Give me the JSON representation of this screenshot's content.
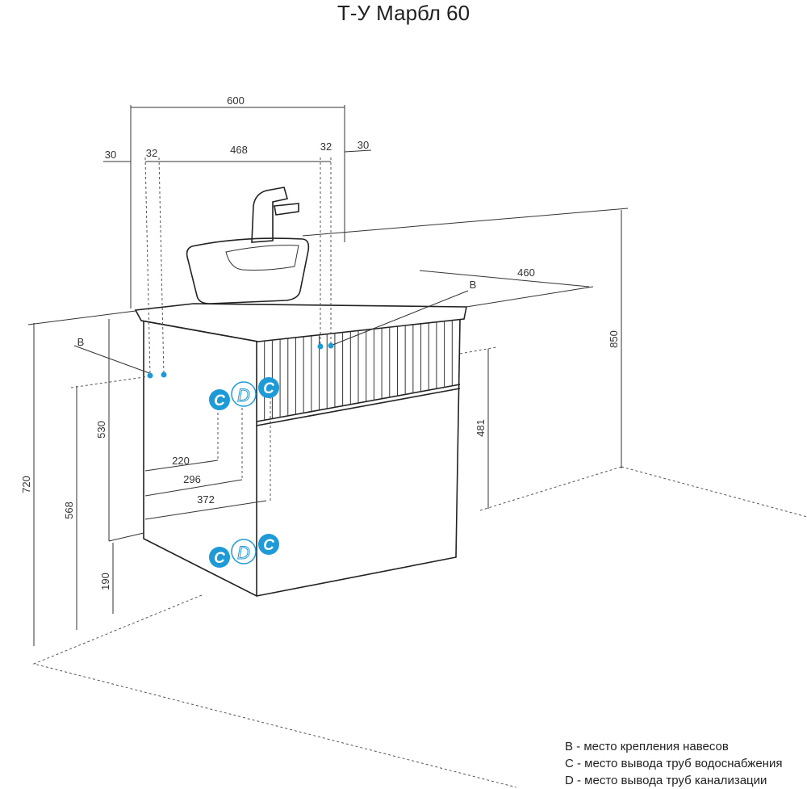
{
  "title": "Т-У Марбл 60",
  "dimensions": {
    "width_total": "600",
    "offset_left": "30",
    "hole_left": "32",
    "between_holes": "468",
    "hole_right": "32",
    "offset_right": "30",
    "depth": "460",
    "height_total": "850",
    "drawer_height": "481",
    "cabinet_height": "720",
    "mount_height": "530",
    "drain_height": "568",
    "bottom_height": "190",
    "c_offset_1": "220",
    "d_offset": "296",
    "c_offset_2": "372"
  },
  "markers": {
    "b": "B",
    "c": "C",
    "d": "D"
  },
  "legend": [
    "В - место крепления навесов",
    "С - место вывода труб водоснабжения",
    "D - место вывода труб канализации"
  ],
  "colors": {
    "marker": "#1e9ad6",
    "line": "#333333"
  }
}
